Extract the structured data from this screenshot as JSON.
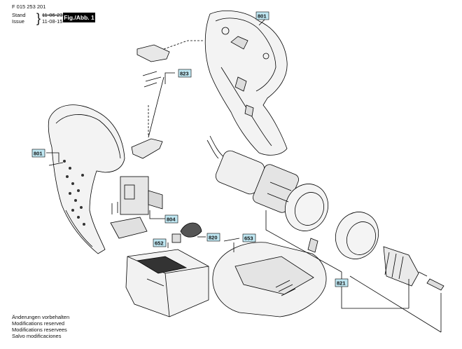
{
  "header": {
    "part_code": "F 015 253 201",
    "stand_label": "Stand",
    "issue_label": "Issue",
    "stand_date": "11-06-23",
    "issue_date": "11-08-15",
    "figure_label": "Fig./Abb. 1"
  },
  "callouts": {
    "housing_right": "801",
    "screw": "801",
    "switch_parts": "823",
    "switch": "804",
    "led": "820",
    "battery": "652",
    "charger": "653",
    "gearbox": "821"
  },
  "footer": [
    "Änderungen vorbehalten",
    "Modifications reserved",
    "Modifications reservees",
    "Salvo modificaciones"
  ],
  "colors": {
    "callout_fill": "#bfe7f2",
    "ink": "#000000"
  }
}
